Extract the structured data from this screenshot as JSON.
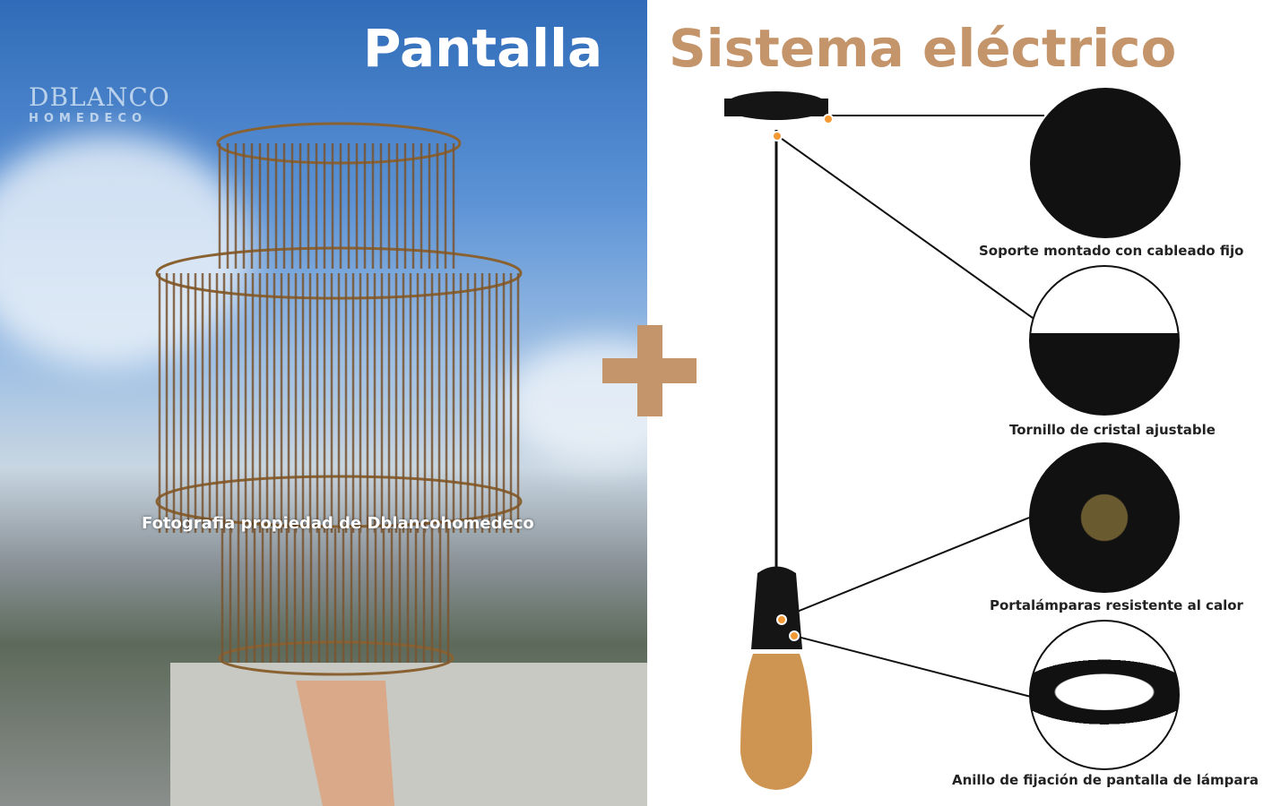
{
  "titles": {
    "left": "Pantalla",
    "right": "Sistema eléctrico"
  },
  "logo": {
    "line1": "DBLANCO",
    "line2": "HOMEDECO"
  },
  "caption": "Fotografia propiedad de Dblancohomedeco",
  "accent_color": "#c4946a",
  "callouts": [
    {
      "label": "Soporte montado con cableado fijo"
    },
    {
      "label": "Tornillo de cristal ajustable"
    },
    {
      "label": "Portalámparas resistente al calor"
    },
    {
      "label": "Anillo de fijación de pantalla de lámpara"
    }
  ]
}
